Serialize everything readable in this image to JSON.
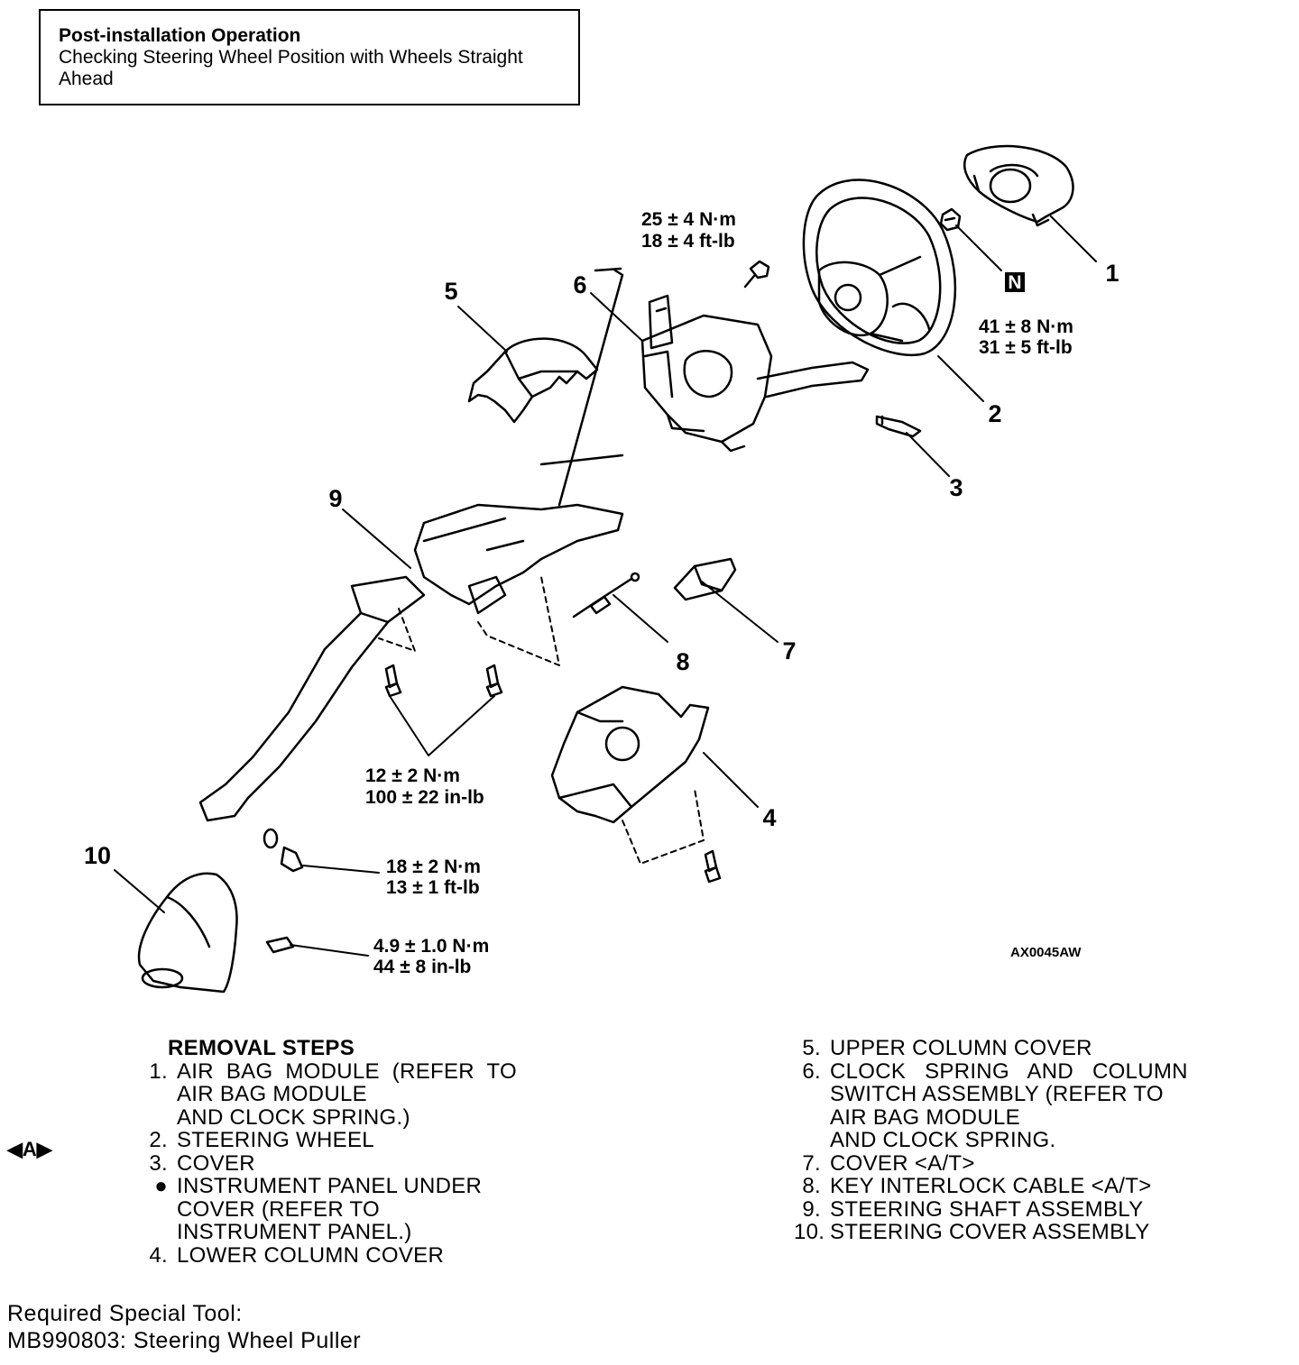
{
  "note": {
    "title": "Post-installation Operation",
    "line1": "Checking Steering Wheel Position with Wheels Straight",
    "line2": "Ahead"
  },
  "callouts": [
    "1",
    "2",
    "3",
    "4",
    "5",
    "6",
    "7",
    "8",
    "9",
    "10"
  ],
  "torque": {
    "t1a": "25 ± 4 N·m",
    "t1b": "18 ± 4 ft-lb",
    "t2a": "41 ± 8 N·m",
    "t2b": "31 ± 5 ft-lb",
    "t3a": "12 ± 2 N·m",
    "t3b": "100 ± 22  in-lb",
    "t4a": "18 ± 2 N·m",
    "t4b": "13 ± 1 ft-lb",
    "t5a": "4.9 ± 1.0 N·m",
    "t5b": "44 ± 8 in-lb"
  },
  "n_badge": "N",
  "figure_id": "AX0045AW",
  "removal": {
    "heading": "REMOVAL STEPS",
    "left": [
      {
        "num": "1.",
        "text": "AIR  BAG  MODULE  (REFER  TO"
      },
      {
        "num": "",
        "text": "AIR BAG MODULE"
      },
      {
        "num": "",
        "text": "AND CLOCK SPRING.)"
      },
      {
        "num": "2.",
        "text": "STEERING WHEEL"
      },
      {
        "num": "3.",
        "text": "COVER"
      },
      {
        "num": "●",
        "text": "INSTRUMENT PANEL UNDER"
      },
      {
        "num": "",
        "text": "COVER (REFER TO"
      },
      {
        "num": "",
        "text": "INSTRUMENT PANEL.)"
      },
      {
        "num": "4.",
        "text": "LOWER COLUMN COVER"
      }
    ],
    "right": [
      {
        "num": "5.",
        "text": "UPPER COLUMN COVER"
      },
      {
        "num": "6.",
        "text": "CLOCK   SPRING   AND   COLUMN"
      },
      {
        "num": "",
        "text": "SWITCH ASSEMBLY (REFER TO"
      },
      {
        "num": "",
        "text": "AIR BAG MODULE"
      },
      {
        "num": "",
        "text": "AND CLOCK SPRING."
      },
      {
        "num": "7.",
        "text": "COVER <A/T>"
      },
      {
        "num": "8.",
        "text": "KEY INTERLOCK CABLE <A/T>"
      },
      {
        "num": "9.",
        "text": "STEERING SHAFT ASSEMBLY"
      },
      {
        "num": "10.",
        "text": "STEERING COVER ASSEMBLY"
      }
    ]
  },
  "nav_marker": "◀A▶",
  "tool": {
    "line1": "Required  Special  Tool:",
    "line2": "MB990803:  Steering  Wheel  Puller"
  }
}
